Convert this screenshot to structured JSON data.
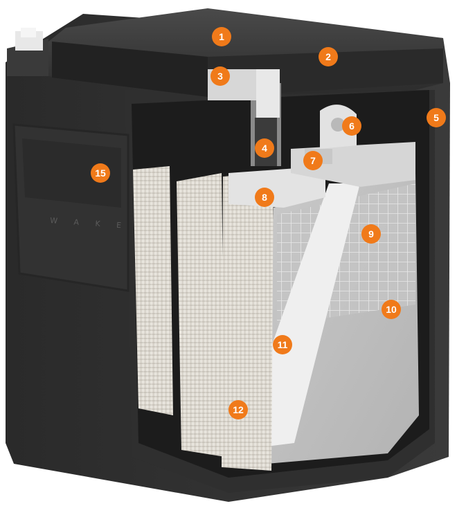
{
  "diagram": {
    "subject": "",
    "callout_color": "#f07a1a",
    "case_emboss_text": "W A K E",
    "callouts": [
      {
        "id": "c1",
        "label": "1"
      },
      {
        "id": "c2",
        "label": "2"
      },
      {
        "id": "c3",
        "label": "3"
      },
      {
        "id": "c4",
        "label": "4"
      },
      {
        "id": "c5",
        "label": "5"
      },
      {
        "id": "c6",
        "label": "6"
      },
      {
        "id": "c7",
        "label": "7"
      },
      {
        "id": "c8",
        "label": "8"
      },
      {
        "id": "c9",
        "label": "9"
      },
      {
        "id": "c10",
        "label": "10"
      },
      {
        "id": "c11",
        "label": "11"
      },
      {
        "id": "c12",
        "label": "12"
      },
      {
        "id": "c15",
        "label": "15"
      }
    ]
  }
}
